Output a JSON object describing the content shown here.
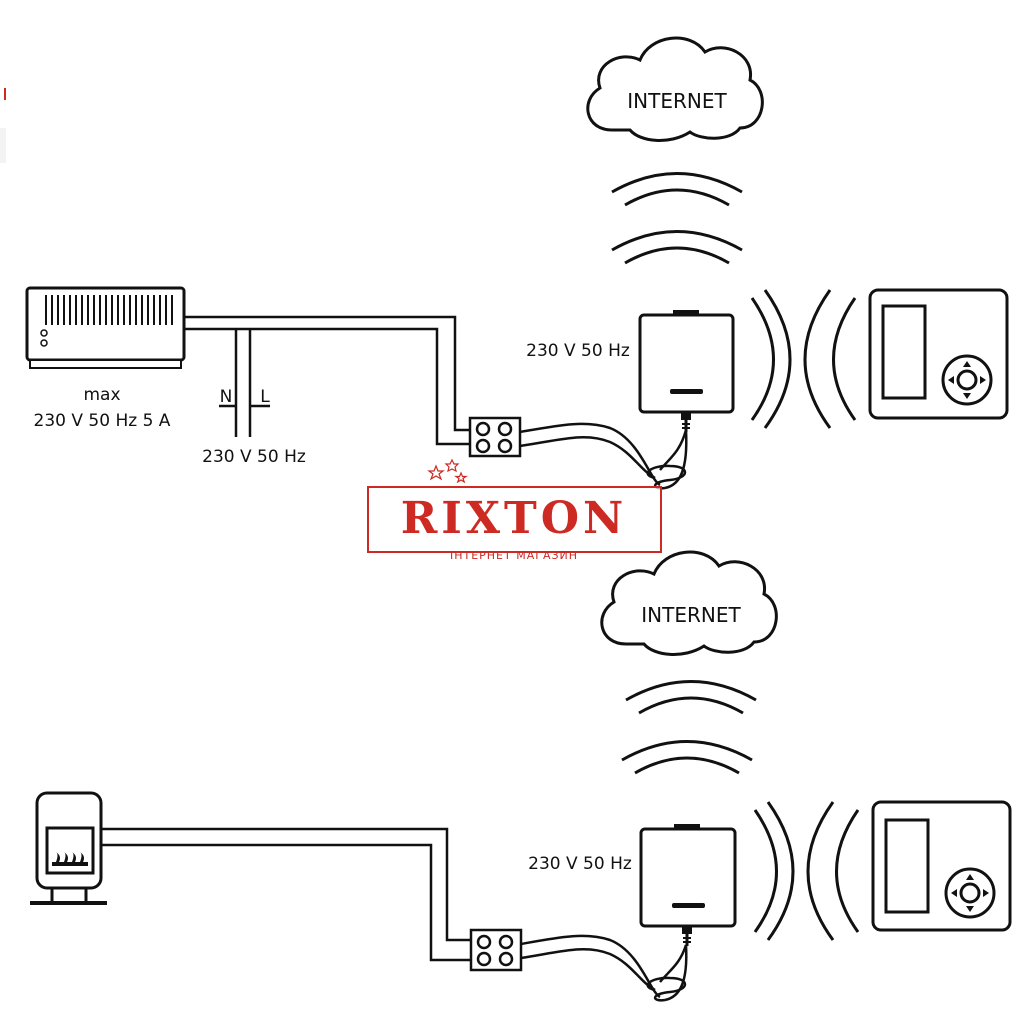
{
  "top_diagram": {
    "cloud_label": "INTERNET",
    "gateway_power": "230 V 50 Hz",
    "heater_label_line1": "max",
    "heater_label_line2": "230 V 50 Hz 5 A",
    "mains_label": "230 V 50 Hz",
    "neutral_label": "N",
    "live_label": "L"
  },
  "bottom_diagram": {
    "cloud_label": "INTERNET",
    "gateway_power": "230 V 50 Hz"
  },
  "watermark": {
    "brand": "RIXTON",
    "subtitle": "ІНТЕРНЕТ МАГАЗИН",
    "color": "#cc2a22"
  },
  "colors": {
    "line": "#111111",
    "background": "#ffffff"
  }
}
